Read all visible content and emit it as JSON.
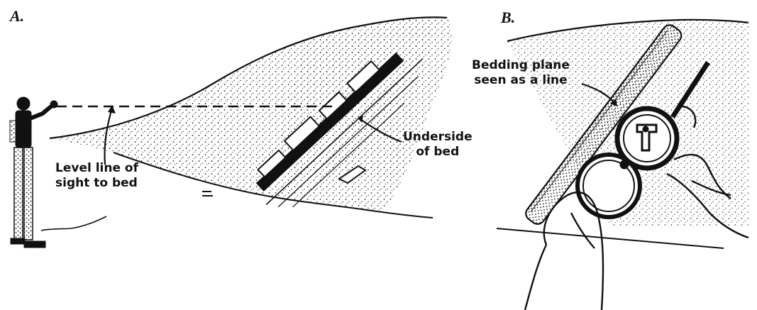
{
  "panel_a": {
    "letter": "A.",
    "label_sight_line1": "Level line of",
    "label_sight_line2": "sight to bed",
    "label_under_line1": "Underside",
    "label_under_line2": "of bed"
  },
  "panel_b": {
    "letter": "B.",
    "label_plane_line1": "Bedding plane",
    "label_plane_line2": "seen as a line"
  },
  "colors": {
    "ink": "#111111",
    "paper": "#ffffff"
  }
}
